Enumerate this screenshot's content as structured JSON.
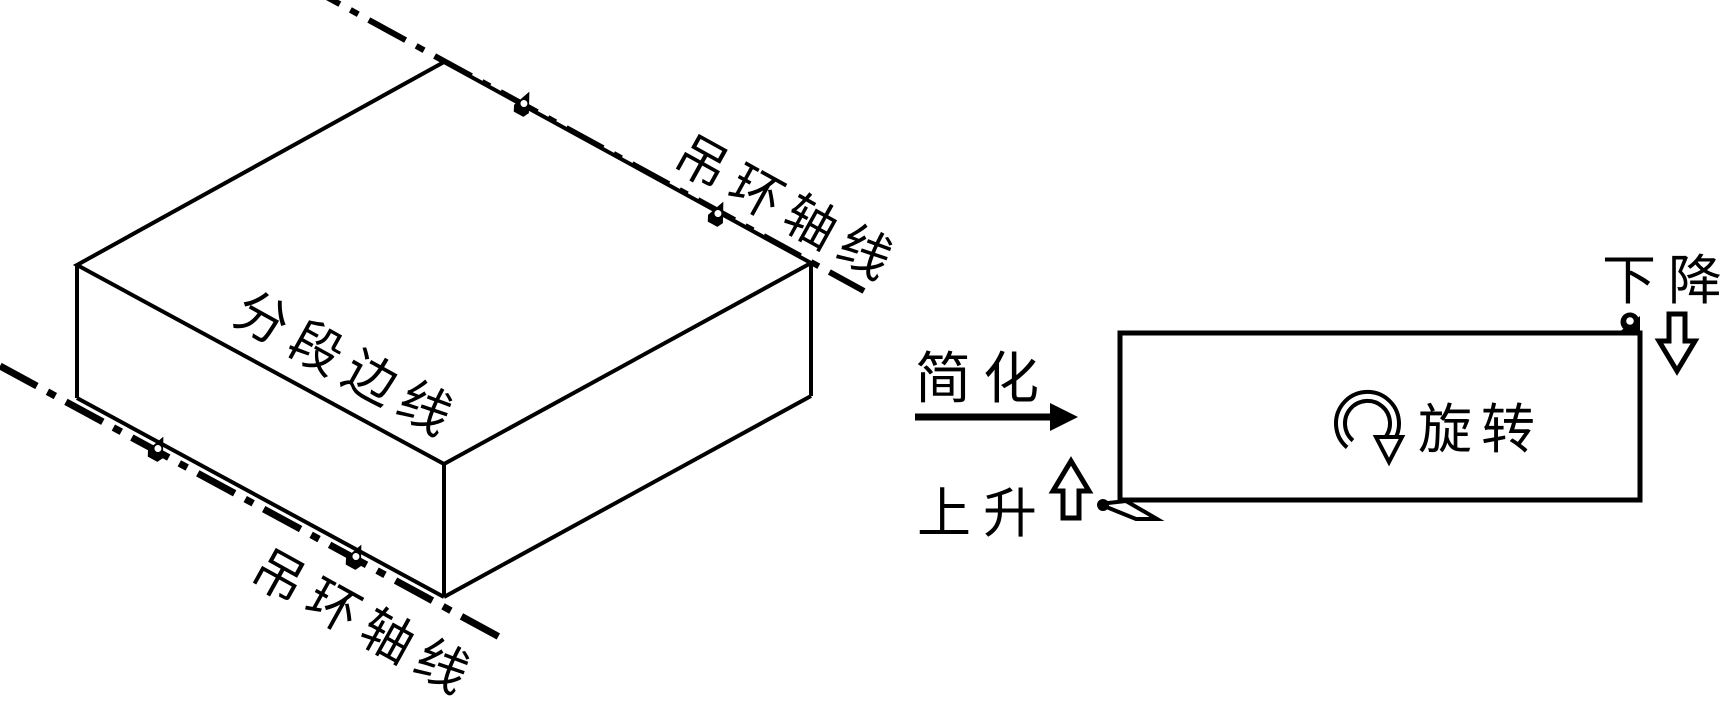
{
  "figure": {
    "description_colors": {
      "background": "#ffffff",
      "line": "#000000"
    },
    "block_view": {
      "top_axis_label": "吊环轴线",
      "face_edge_label": "分段边线",
      "bottom_axis_label": "吊环轴线"
    },
    "transform": {
      "label": "简化"
    },
    "side_view": {
      "rise_label": "上升",
      "lower_label": "下降",
      "rotate_label": "旋转"
    },
    "icons": {
      "simplify_arrow": "right-arrow",
      "rise_arrow": "hollow-up-arrow",
      "lower_arrow": "hollow-down-arrow",
      "rotate": "clockwise-circular-arrow",
      "lifting_lug": "eye-plate-marker"
    }
  }
}
